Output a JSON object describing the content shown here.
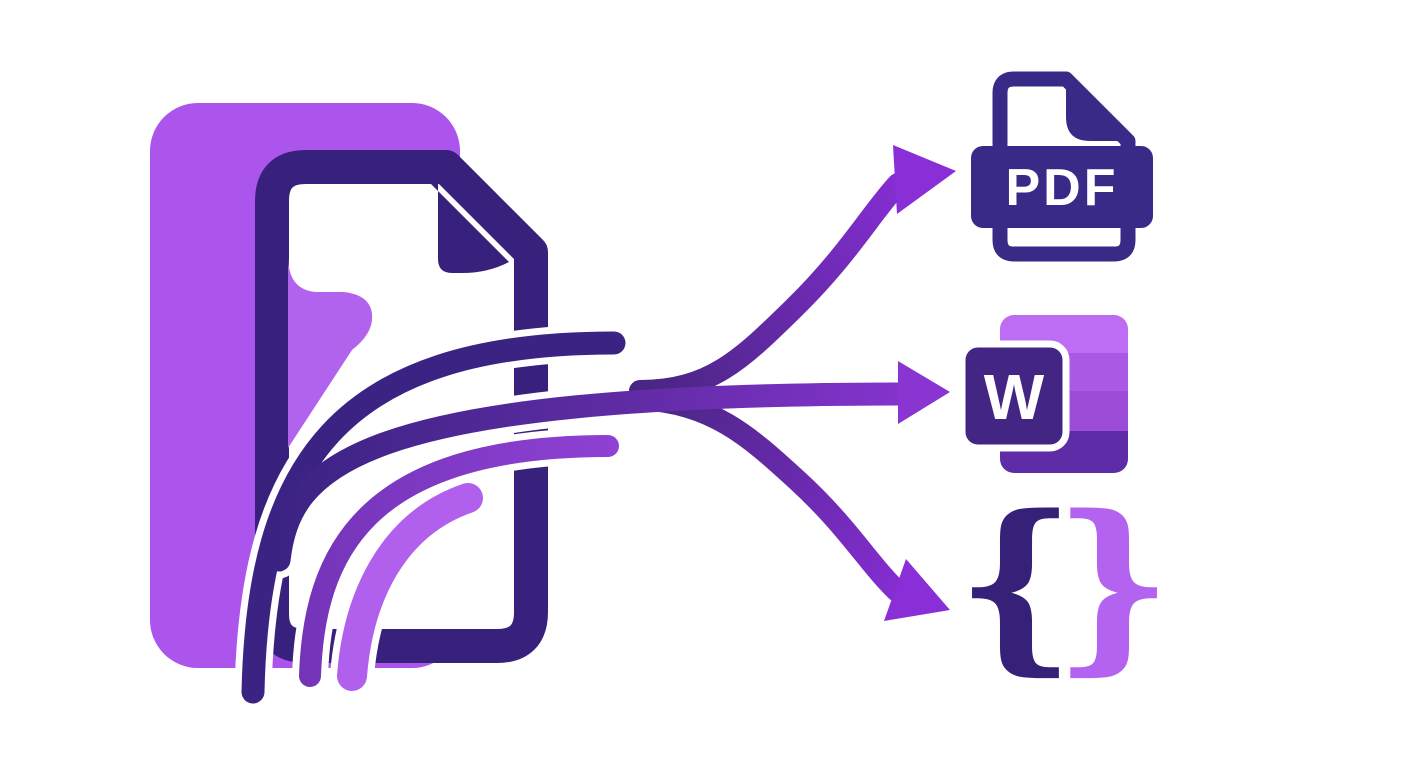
{
  "illustration": {
    "name": "document-export-flow",
    "source_document": {
      "back_panel_color": "#ab55ec",
      "outline_color": "#38217c",
      "page_color": "#ffffff",
      "wave_color": "#b163ee",
      "stream_dark_color": "#3b2383",
      "stream_medium_color": "#8136c6",
      "stream_light_color": "#b160ee"
    },
    "arrows": {
      "gradient_from": "#45257e",
      "gradient_to": "#8a2ed8",
      "middle_head_color": "#8a35d2"
    },
    "outputs": {
      "pdf": {
        "label": "PDF",
        "icon_color": "#3a2a87",
        "text_color": "#ffffff"
      },
      "word": {
        "label": "W",
        "square_color": "#432683",
        "square_border_color": "#ffffff",
        "stripe_colors": [
          "#bd6cf4",
          "#aa59e7",
          "#9c4cd8",
          "#5e2ca6"
        ]
      },
      "json": {
        "open_brace": "{",
        "close_brace": "}",
        "open_brace_color": "#372078",
        "close_brace_color": "#b363ef"
      }
    }
  }
}
